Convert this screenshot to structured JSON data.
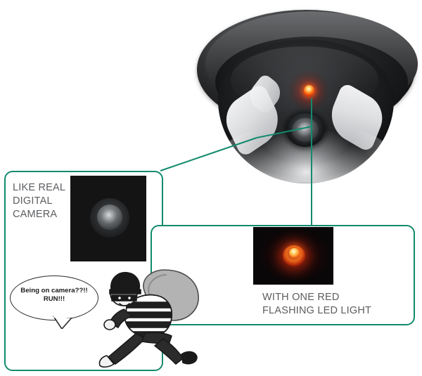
{
  "page": {
    "title": "Dummy Dome Security Camera Feature Infographic",
    "background_color": "#ffffff",
    "accent_color": "#128a6e"
  },
  "product": {
    "name": "fake-dome-security-camera",
    "body_color": "#2c2d2f",
    "dome_color": "#1a1b1c",
    "led_color": "#ff6a13",
    "lens_color": "#8e9296"
  },
  "callouts": [
    {
      "id": "like-real-digital-camera",
      "label": "LIKE REAL\nDIGITAL\nCAMERA",
      "label_line1": "LIKE REAL",
      "label_line2": "DIGITAL",
      "label_line3": "CAMERA",
      "inset": "camera-lens-closeup",
      "border_color": "#128a6e",
      "text_color": "#5b5d60"
    },
    {
      "id": "with-one-red-flashing-led-light",
      "label": "WITH ONE RED\nFLASHING LED LIGHT",
      "label_line1": "WITH ONE RED",
      "label_line2": "FLASHING LED LIGHT",
      "inset": "red-led-closeup",
      "border_color": "#128a6e",
      "text_color": "#5b5d60"
    }
  ],
  "speech_bubble": {
    "line1": "Being on camera??!!",
    "line2": "RUN!!!",
    "text": "Being on camera??!! RUN!!!",
    "text_color": "#1a1a1a",
    "outline_color": "#2b2b2b"
  },
  "burglar": {
    "name": "running-burglar-cartoon",
    "shirt": "black-and-white-striped",
    "sack_color": "#b3b3b3",
    "mask_color": "#1a1a1a"
  },
  "icons": {
    "camera_lens": "camera-lens-icon",
    "led_light": "red-led-icon",
    "dome": "dome-camera-icon",
    "thief": "burglar-icon",
    "speech": "speech-bubble-icon"
  }
}
